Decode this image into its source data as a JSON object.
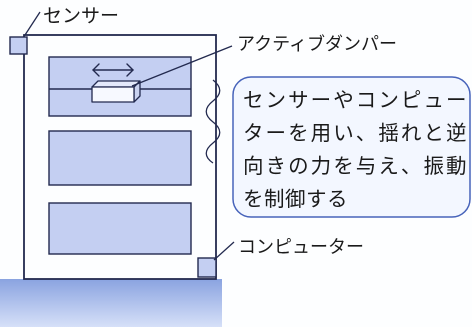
{
  "labels": {
    "sensor": "センサー",
    "active_damper": "アクティブダンパー",
    "computer": "コンピューター"
  },
  "callout": {
    "text": "センサーやコンピューターを用い、揺れと逆向きの力を与え、振動を制御する"
  },
  "colors": {
    "ground": "#8aa3e0",
    "floor_panel": "#c4cff2",
    "outline": "#232a4f",
    "callout_border": "#4763ba",
    "callout_fill": "#f3f7ff"
  },
  "icons": {
    "motion_arrow": "double-headed-arrow",
    "vibration": "wavy-line"
  }
}
